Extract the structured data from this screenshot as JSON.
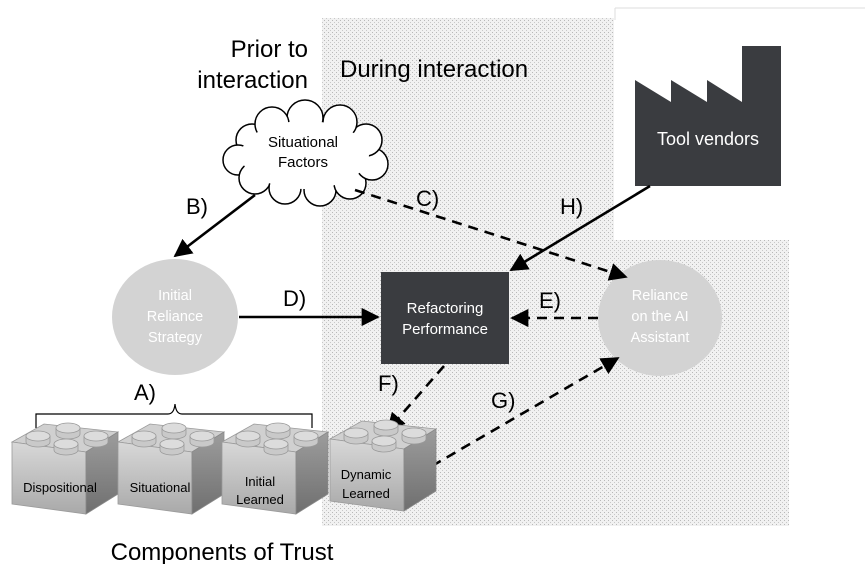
{
  "headings": {
    "prior_line1": "Prior to",
    "prior_line2": "interaction",
    "during": "During interaction",
    "components": "Components of Trust"
  },
  "nodes": {
    "situational_factors": {
      "line1": "Situational",
      "line2": "Factors"
    },
    "initial_reliance": {
      "line1": "Initial",
      "line2": "Reliance",
      "line3": "Strategy"
    },
    "refactoring": {
      "line1": "Refactoring",
      "line2": "Performance"
    },
    "reliance_ai": {
      "line1": "Reliance",
      "line2": "on the AI",
      "line3": "Assistant"
    },
    "tool_vendors": {
      "label": "Tool vendors"
    }
  },
  "edges": {
    "A": "A)",
    "B": "B)",
    "C": "C)",
    "D": "D)",
    "E": "E)",
    "F": "F)",
    "G": "G)",
    "H": "H)"
  },
  "bricks": {
    "dispositional": {
      "line1": "Dispositional"
    },
    "situational": {
      "line1": "Situational"
    },
    "initial_learned": {
      "line1": "Initial",
      "line2": "Learned"
    },
    "dynamic_learned": {
      "line1": "Dynamic",
      "line2": "Learned"
    }
  },
  "colors": {
    "dark_box": "#3a3c40",
    "ellipse": "#d3d3d3",
    "brick": "#c4c4c4",
    "region": "#ececec"
  }
}
